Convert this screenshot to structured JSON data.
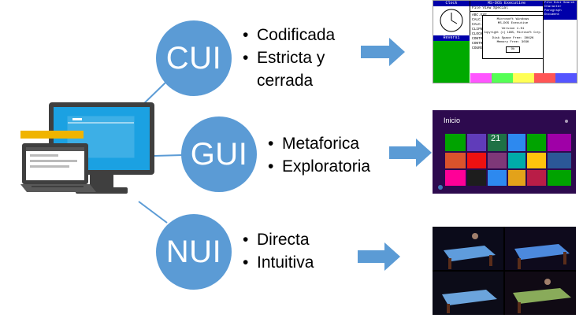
{
  "categories": [
    {
      "id": "cui",
      "label": "CUI",
      "items": [
        "Codificada",
        "Estricta y",
        "cerrada"
      ]
    },
    {
      "id": "gui",
      "label": "GUI",
      "items": [
        "Metaforica",
        "Exploratoria"
      ]
    },
    {
      "id": "nui",
      "label": "NUI",
      "items": [
        "Directa",
        "Intuitiva"
      ]
    }
  ],
  "thumbnails": {
    "cui": {
      "window_title": "MS-DOS Executive",
      "menu": "File  View  Special",
      "menu_right": "File  Edit  Search  Character  Paragraph  Document",
      "dialog_lines": [
        "Microsoft Windows",
        "MS-DOS Executive",
        "Version 1.01",
        "Copyright (c) 1985, Microsoft Corp.",
        "Disk Space Free:  3062K",
        "Memory Free:  303K"
      ],
      "ok_label": "Ok",
      "clock_label": "Clock",
      "game_label": "Reversi",
      "files": [
        "ABC.EXE",
        "CALC.EXE",
        "CALC.TXT",
        "CLIPBRD.EXE",
        "CLOCK.EXE",
        "CONTROL.EXE",
        "CONTROL.EXE",
        "COURE.FON"
      ]
    },
    "gui": {
      "title": "Inicio",
      "tile_number": "21"
    }
  },
  "colors": {
    "circle": "#5b9bd5",
    "arrow": "#5b9bd5",
    "connector": "#5b9bd5",
    "monitor_dark": "#3f3f3f",
    "screen_blue": "#1ba1e2",
    "accent_yellow": "#f0b400"
  },
  "icons": [
    "computer-illustration-icon"
  ]
}
